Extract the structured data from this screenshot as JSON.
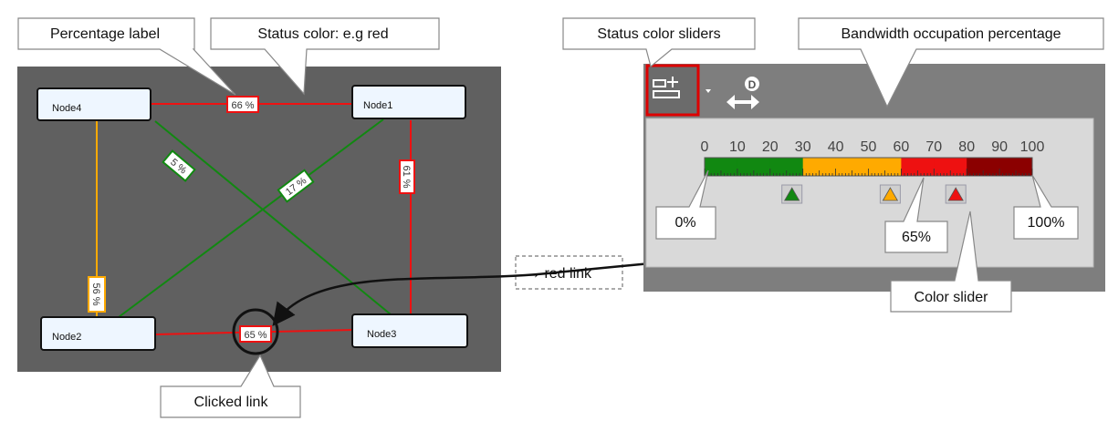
{
  "callouts": {
    "percentage_label": "Percentage label",
    "status_color": "Status color: e.g red",
    "status_color_sliders": "Status color sliders",
    "bandwidth_occupation": "Bandwidth occupation percentage",
    "clicked_link": "Clicked link",
    "color_slider": "Color slider",
    "red_link": "→ red link",
    "zero": "0%",
    "sixty_five": "65%",
    "hundred": "100%"
  },
  "network": {
    "nodes": [
      "Node4",
      "Node1",
      "Node2",
      "Node3"
    ],
    "links": [
      {
        "from": "Node4",
        "to": "Node1",
        "label": "66 %",
        "status": "red"
      },
      {
        "from": "Node4",
        "to": "Node3",
        "label": "5 %",
        "status": "green"
      },
      {
        "from": "Node2",
        "to": "Node1",
        "label": "17 %",
        "status": "green"
      },
      {
        "from": "Node1",
        "to": "Node3",
        "label": "61 %",
        "status": "red"
      },
      {
        "from": "Node4",
        "to": "Node2",
        "label": "56 %",
        "status": "orange"
      },
      {
        "from": "Node2",
        "to": "Node3",
        "label": "65 %",
        "status": "red"
      }
    ]
  },
  "scale": {
    "ticks": [
      "0",
      "10",
      "20",
      "30",
      "40",
      "50",
      "60",
      "70",
      "80",
      "90",
      "100"
    ],
    "segments": [
      "green",
      "green",
      "green",
      "orange",
      "orange",
      "orange",
      "red",
      "red",
      "darkred",
      "darkred"
    ],
    "slider_values": [
      30,
      60,
      80
    ]
  },
  "colors": {
    "canvas": "#606060",
    "node_fill": "#eef6ff",
    "red": "#ee1111",
    "green": "#118811",
    "orange": "#ffaa00",
    "darkred": "#8b0000",
    "panel": "#d9d9d9",
    "toolbar": "#808080",
    "highlight": "#dd0000"
  },
  "icons": [
    "slider-add-icon",
    "chevron-down-icon",
    "d-arrows-icon"
  ]
}
